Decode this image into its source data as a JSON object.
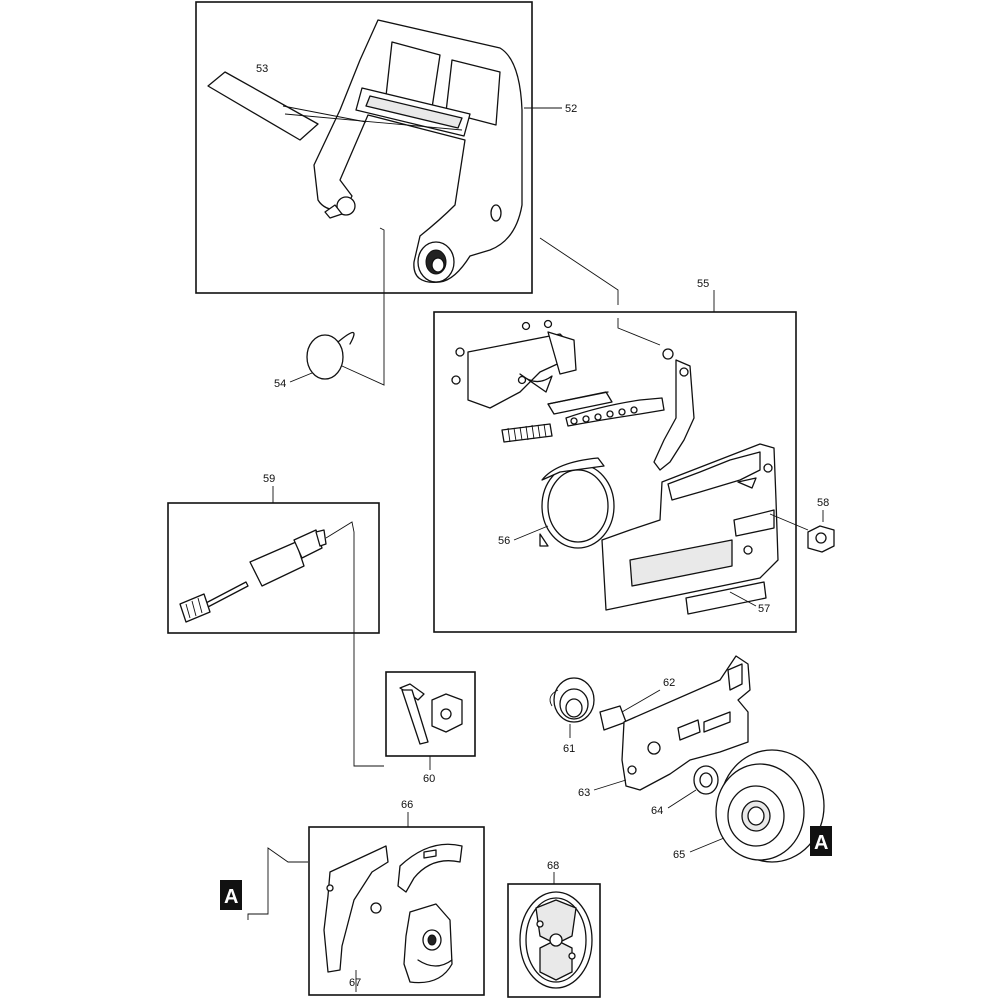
{
  "labels": {
    "p52": "52",
    "p53": "53",
    "p54": "54",
    "p55": "55",
    "p56": "56",
    "p57": "57",
    "p58": "58",
    "p59": "59",
    "p60": "60",
    "p61": "61",
    "p62": "62",
    "p63": "63",
    "p64": "64",
    "p65": "65",
    "p66": "66",
    "p67": "67",
    "p68": "68"
  },
  "markers": {
    "a_left": "A",
    "a_right": "A"
  }
}
